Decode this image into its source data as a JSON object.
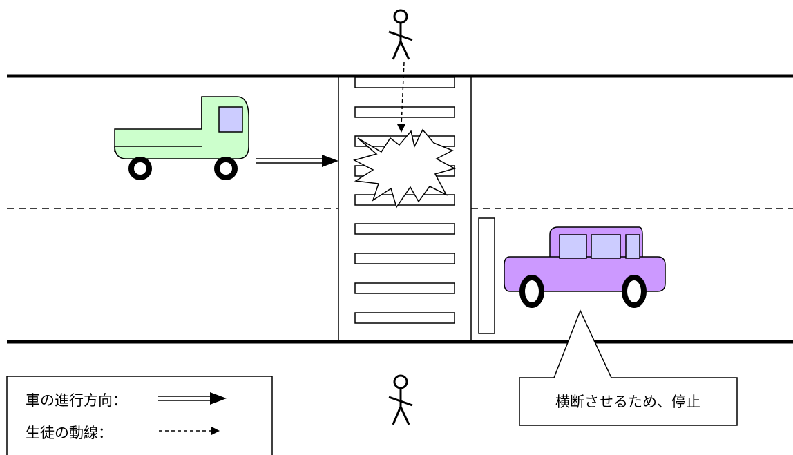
{
  "legend": {
    "car_direction_label": "車の進行方向：",
    "student_path_label": "生徒の動線："
  },
  "callout": {
    "text": "横断させるため、停止"
  },
  "colors": {
    "truck_body": "#ccffcc",
    "truck_window": "#ccccff",
    "car_body": "#cc99ff",
    "car_window": "#ccccff",
    "line": "#000000"
  },
  "icons": [
    "pedestrian-icon",
    "truck-icon",
    "car-icon",
    "collision-burst-icon",
    "direction-arrow-icon",
    "dashed-arrow-icon"
  ]
}
